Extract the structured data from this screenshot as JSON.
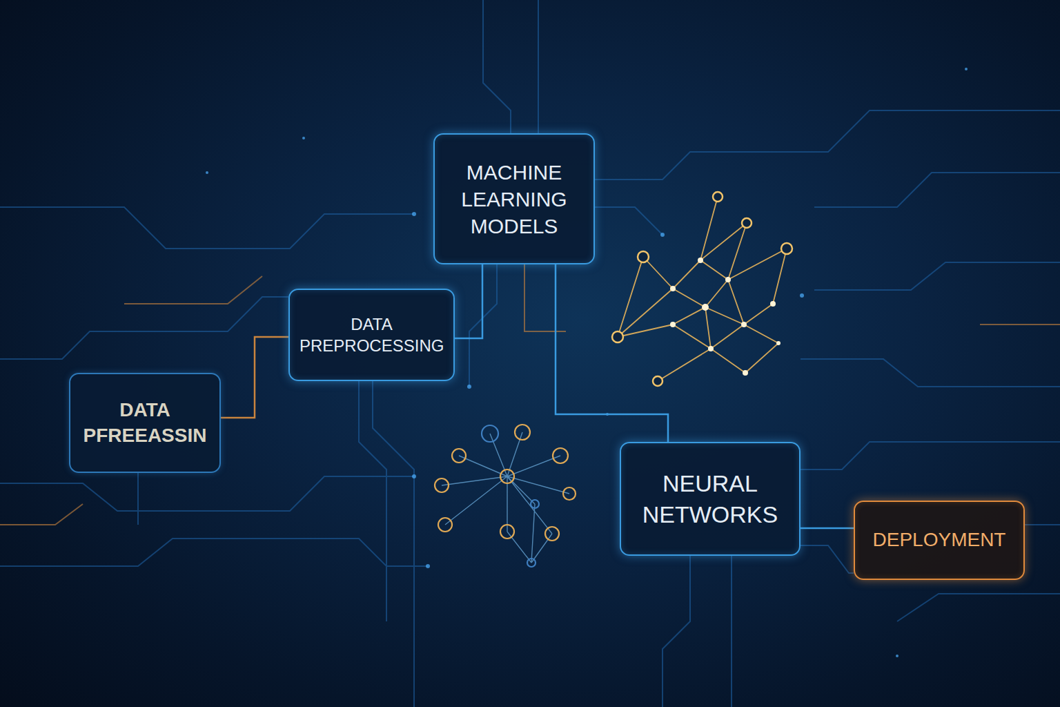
{
  "diagram": {
    "nodes": [
      {
        "text": [
          "DATA PFREEASSIN"
        ]
      },
      {
        "text": [
          "DATA PREPROCESSING"
        ]
      },
      {
        "text": [
          "MACHINE LEARNING MODELS"
        ]
      },
      {
        "text": [
          "NEURAL NETWORKS"
        ]
      },
      {
        "text": [
          "DEPLOYMENT"
        ]
      }
    ],
    "edges": [
      {
        "from": 0,
        "to": 1,
        "arrow": "none"
      },
      {
        "from": 1,
        "to": 2,
        "arrow": "none"
      },
      {
        "from": 2,
        "to": 3,
        "arrow": "none"
      },
      {
        "from": 3,
        "to": 4,
        "arrow": "none"
      }
    ]
  }
}
